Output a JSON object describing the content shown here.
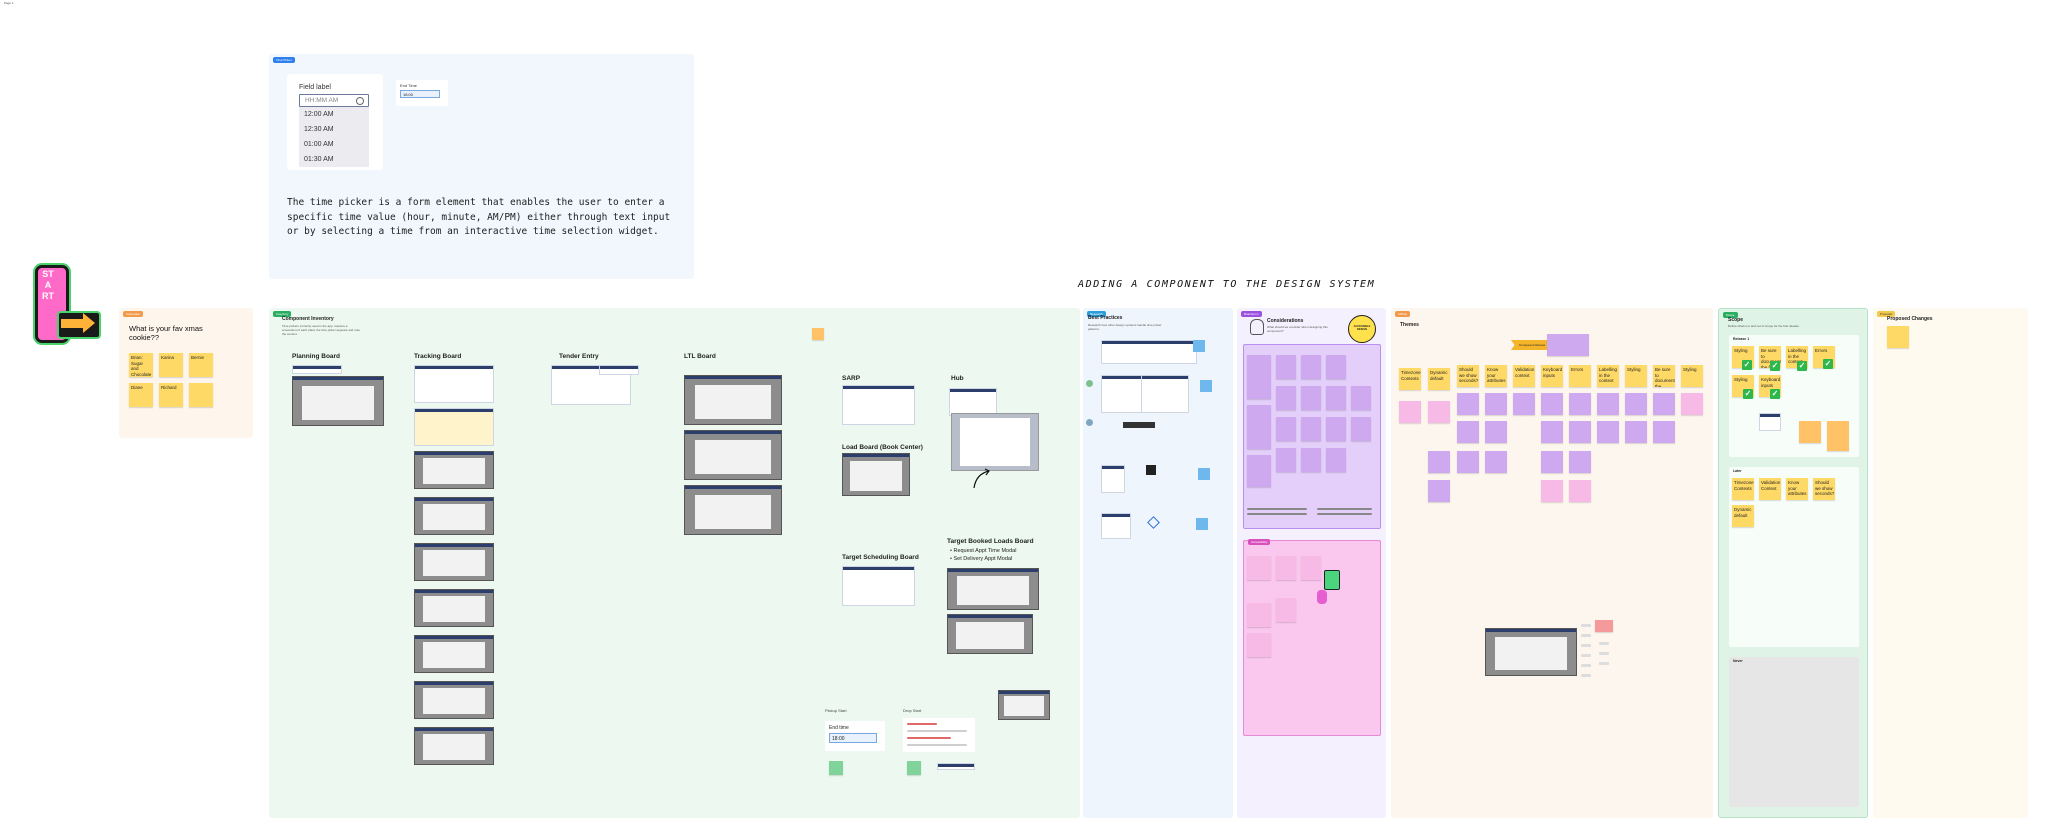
{
  "canvas": {
    "corner_label": "Page 1"
  },
  "timepicker": {
    "tag": "Time Picker",
    "field_label": "Field label",
    "placeholder": "HH:MM AM",
    "options": [
      "12:00 AM",
      "12:30 AM",
      "01:00 AM",
      "01:30 AM"
    ],
    "mini_label": "End Time",
    "mini_value": "18:00",
    "description": "The time picker is a form element that enables the user to enter a specific time value (hour, minute, AM/PM) either through text input or by selecting a time from an interactive time selection widget."
  },
  "board_title": "ADDING A COMPONENT TO THE DESIGN SYSTEM",
  "start_sign": "START",
  "icebreaker": {
    "tag": "Icebreaker",
    "question": "What is your fav xmas cookie??",
    "stickies": [
      "Brian: Sugar and Chocolate chip",
      "Karina",
      "Bernie",
      "Diane",
      "Richard",
      ""
    ]
  },
  "inventory": {
    "tag": "Inventory",
    "heading": "Component Inventory",
    "subtext": "Time pickers currently used in the app. Capture a screenshot of each place the time picker appears and note the context.",
    "boards": [
      "Planning Board",
      "Tracking Board",
      "Tender Entry",
      "LTL Board",
      "SARP",
      "Hub",
      "Load Board (Book Center)",
      "Target Scheduling Board",
      "Target Booked Loads Board"
    ],
    "target_booked_bullets": [
      "Request Appt Time Modal",
      "Set Delivery Appt Modal"
    ],
    "pickup_label": "Pickup Start",
    "end_time_label": "End time",
    "end_time_value": "18:00",
    "drop_label": "Drop Start"
  },
  "best_practices": {
    "tag": "Research",
    "heading": "Best Practices",
    "subtext": "Research how other design systems handle time picker patterns."
  },
  "considerations": {
    "tag": "Brainstorm",
    "heading": "Considerations",
    "subtext": "What should we consider when designing this component?",
    "sub_tag": "Accessibility",
    "badge": "ACCESSIBLE DESIGN"
  },
  "themes": {
    "tag": "Affinity",
    "heading": "Themes",
    "arrow_label": "Component Review",
    "columns": [
      "Timezone Contexts",
      "Dynamic default",
      "Should we show seconds?",
      "Know your attributes",
      "Validation context",
      "Keyboard inputs",
      "Errors",
      "Labelling in the context",
      "Styling",
      "Be sure to document the",
      "Styling"
    ]
  },
  "scope": {
    "tag": "Scope",
    "heading": "Scope",
    "subtext": "Define what is in and out of scope for the first release.",
    "mvp_label": "Release 1",
    "mvp_items": [
      "Styling",
      "Be sure to document the field",
      "Labelling in the context",
      "Errors",
      "Styling",
      "Keyboard inputs"
    ],
    "later_label": "Later",
    "later_items": [
      "Timezone Contexts",
      "Validation Context",
      "Know your attributes",
      "Should we show seconds?",
      "Dynamic default"
    ],
    "out_label": "Never"
  },
  "proposed": {
    "tag": "Proposal",
    "heading": "Proposed Changes"
  },
  "colors": {
    "inventory_bg": "#edf9f0",
    "research_bg": "#eef5fc",
    "brainstorm_bg": "#f5f0fd",
    "affinity_bg": "#fdf6ee",
    "scope_bg": "#dff3e6",
    "proposed_bg": "#fefaef"
  }
}
